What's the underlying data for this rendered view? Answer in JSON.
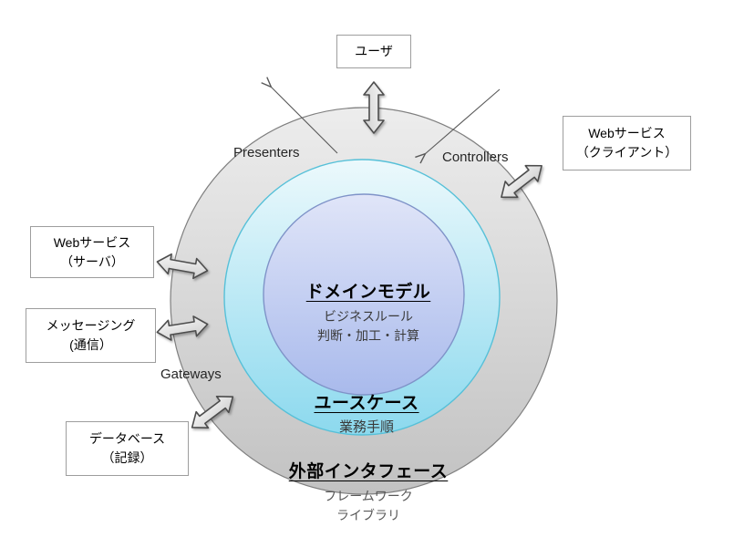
{
  "colors": {
    "ring_gray_top": "#ededed",
    "ring_gray_bottom": "#c2c2c2",
    "ring_gray_stroke": "#7f7f7f",
    "ring_cyan_top": "#ecf9fc",
    "ring_cyan_bottom": "#8cd9ee",
    "ring_cyan_stroke": "#56c0d8",
    "core_blue_top": "#e0e5f8",
    "core_blue_bottom": "#a9baec",
    "core_blue_stroke": "#7f93c8",
    "arrow_fill_top": "#f7f7f7",
    "arrow_fill_bottom": "#d6d6d6",
    "arrow_stroke": "#4d4d4d",
    "line_stroke": "#595959",
    "box_border": "#9d9d9d",
    "text_secondary": "#595959"
  },
  "diagram": {
    "boxes": {
      "user": {
        "label": "ユーザ"
      },
      "web_client": {
        "line1": "Webサービス",
        "line2": "（クライアント）"
      },
      "web_server": {
        "line1": "Webサービス",
        "line2": "（サーバ）"
      },
      "messaging": {
        "line1": "メッセージング",
        "line2": "(通信）"
      },
      "database": {
        "line1": "データベース",
        "line2": "（記録）"
      }
    },
    "ring_labels": {
      "presenters": "Presenters",
      "controllers": "Controllers",
      "gateways": "Gateways"
    },
    "layers": {
      "domain": {
        "heading": "ドメインモデル",
        "sub1": "ビジネスルール",
        "sub2": "判断・加工・計算"
      },
      "usecase": {
        "heading": "ユースケース",
        "sub1": "業務手順"
      },
      "external": {
        "heading": "外部インタフェース",
        "sub1": "フレームワーク",
        "sub2": "ライブラリ"
      }
    }
  }
}
